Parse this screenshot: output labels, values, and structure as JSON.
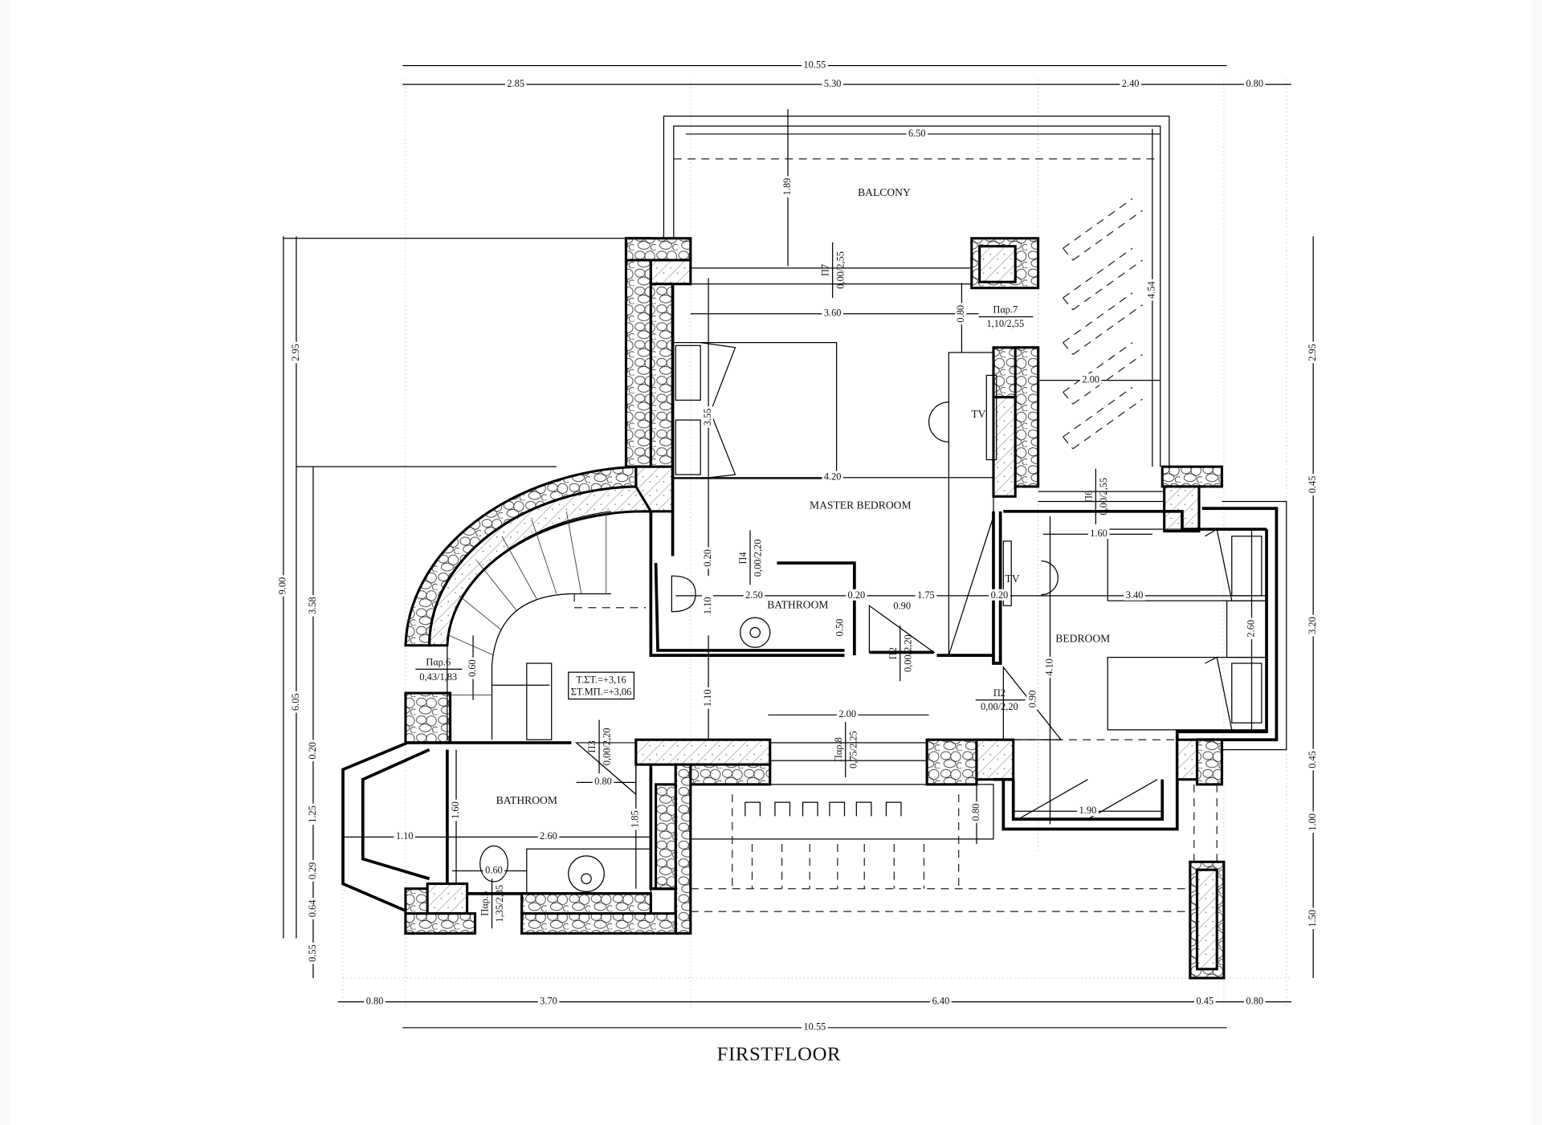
{
  "title": "FIRSTFLOOR",
  "rooms": {
    "balcony": "BALCONY",
    "master_bedroom": "MASTER BEDROOM",
    "bathroom_upper": "BATHROOM",
    "bathroom_lower": "BATHROOM",
    "bedroom": "BEDROOM",
    "tv_master": "TV",
    "tv_bedroom": "TV"
  },
  "level_box": {
    "finished": "Τ.ΣΤ.=+3,16",
    "structural": "ΣΤ.ΜΠ.=+3,06"
  },
  "openings": [
    {
      "code": "Π7",
      "size": "0,00/2,55"
    },
    {
      "code": "Παρ.7",
      "size": "1,10/2,55"
    },
    {
      "code": "Π6",
      "size": "0,00/2,55"
    },
    {
      "code": "Π4",
      "size": "0,00/2,20"
    },
    {
      "code": "Π2",
      "size": "0,00/2,20"
    },
    {
      "code": "Π2",
      "size": "0,00/2,20"
    },
    {
      "code": "Π3",
      "size": "0,00/2,20"
    },
    {
      "code": "Παρ.8",
      "size": "0,75/2,25"
    },
    {
      "code": "Παρ.6",
      "size": "0,43/1,83"
    },
    {
      "code": "Παρ.5",
      "size": "1,35/2,35"
    }
  ],
  "dimensions": {
    "top": [
      "10.55",
      "2.85",
      "5.30",
      "2.40",
      "0.80"
    ],
    "bottom": [
      "0.80",
      "3.70",
      "6.40",
      "0.45",
      "0.80",
      "10.55"
    ],
    "left": [
      "9.00",
      "2.95",
      "6.05",
      "3.58",
      "0.20",
      "1.25",
      "0.29",
      "0.64",
      "0.55"
    ],
    "right": [
      "2.95",
      "0.45",
      "3.20",
      "0.45",
      "1.00",
      "1.50"
    ],
    "balcony": [
      "6.50",
      "1.89",
      "4.54",
      "2.00"
    ],
    "master_bedroom": [
      "3.60",
      "0.80",
      "3.55",
      "4.20"
    ],
    "master_bathroom": [
      "1.10",
      "2.50",
      "0.50",
      "0.90",
      "1.75",
      "0.20",
      "0.20"
    ],
    "hall": [
      "1.10",
      "2.00",
      "0.60",
      "0.90",
      "0.80"
    ],
    "bedroom": [
      "1.60",
      "3.40",
      "2.60",
      "4.10",
      "1.90",
      "0.20"
    ],
    "bathroom": [
      "0.80",
      "1.60",
      "1.85",
      "1.10",
      "2.60",
      "0.60"
    ]
  }
}
